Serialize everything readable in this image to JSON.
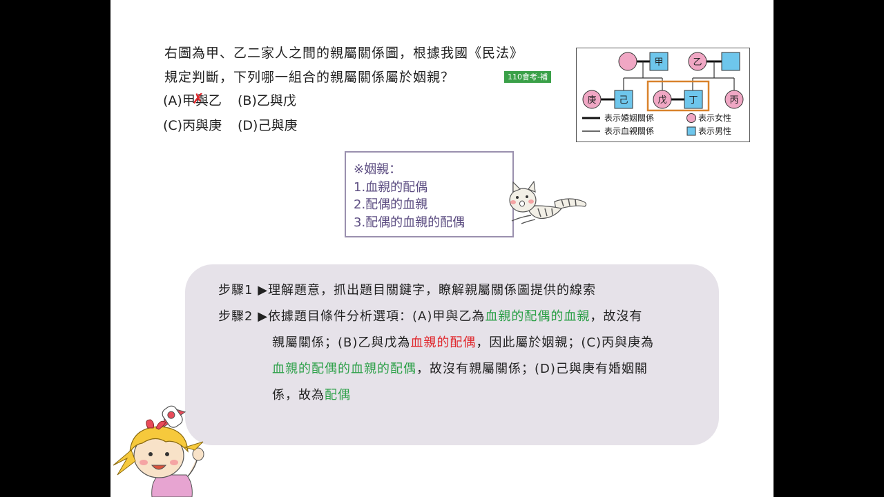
{
  "question": {
    "line1": "右圖為甲、乙二家人之間的親屬關係圖，根據我國《民法》",
    "line2": "規定判斷，下列哪一組合的親屬關係屬於姻親？",
    "tag": "110會考-補",
    "options": {
      "a": "(A)甲與乙",
      "b": "(B)乙與戊",
      "c": "(C)丙與庚",
      "d": "(D)己與庚"
    }
  },
  "diagram": {
    "persons": {
      "jia": "甲",
      "yi": "乙",
      "geng": "庚",
      "ji": "己",
      "wu": "戊",
      "ding": "丁",
      "bing": "丙"
    },
    "legend": {
      "marriage": "表示婚姻關係",
      "blood": "表示血親關係",
      "female": "表示女性",
      "male": "表示男性"
    },
    "colors": {
      "female": "#f0a7c4",
      "male": "#6ec6ec",
      "highlight": "#d9822b"
    }
  },
  "definition": {
    "title": "※姻親：",
    "items": [
      "1.血親的配偶",
      "2.配偶的血親",
      "3.配偶的血親的配偶"
    ]
  },
  "steps": {
    "s1_label": "步驟1",
    "s1_text": "▶理解題意，抓出題目關鍵字，瞭解親屬關係圖提供的線索",
    "s2_label": "步驟2",
    "s2_a": "▶依據題目條件分析選項：(A)甲與乙為",
    "s2_a_hl": "血親的配偶的血親",
    "s2_a_end": "，故沒有",
    "c1_a": "親屬關係；(B)乙與戊為",
    "c1_hl": "血親的配偶",
    "c1_b": "，因此屬於姻親；(C)丙與庚為",
    "c2_hl": "血親的配偶的血親的配偶",
    "c2_b": "，故沒有親屬關係；(D)己與庚有婚姻關",
    "c3_a": "係，故為",
    "c3_hl": "配偶"
  },
  "colors": {
    "green": "#2ca048",
    "red": "#e0282d",
    "panel": "#e6e2e9",
    "def_text": "#5e4f83"
  }
}
